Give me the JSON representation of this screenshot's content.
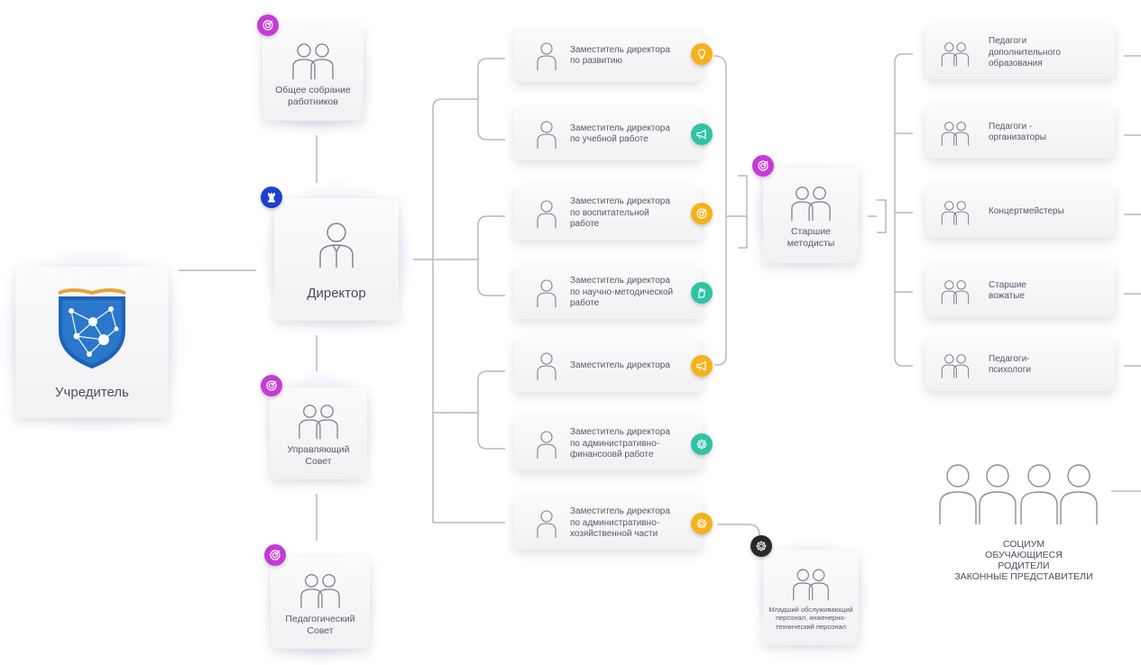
{
  "founder": {
    "label": "Учредитель"
  },
  "general_meeting": {
    "label": "Общее собрание\nработников"
  },
  "director": {
    "label": "Директор"
  },
  "governing_council": {
    "label": "Управляющий\nСовет"
  },
  "pedagogical_council": {
    "label": "Педагогический\nСовет"
  },
  "deputies": [
    {
      "label": "Заместитель директора\nпо развитию",
      "icon": "lightbulb-icon",
      "color": "#f5b21a"
    },
    {
      "label": "Заместитель директора\nпо учебной работе",
      "icon": "megaphone-icon",
      "color": "#2fc3a4"
    },
    {
      "label": "Заместитель директора\nпо воспитательной\nработе",
      "icon": "target-icon",
      "color": "#f5b21a"
    },
    {
      "label": "Заместитель директора\nпо научно-методической\nработе",
      "icon": "hand-icon",
      "color": "#2fc3a4"
    },
    {
      "label": "Заместитель директора",
      "icon": "megaphone-icon",
      "color": "#f5b21a"
    },
    {
      "label": "Заместитель директора\nпо административно-\nфинансоовй работе",
      "icon": "gear-icon",
      "color": "#2fc3a4"
    },
    {
      "label": "Заместитель директора\nпо административно-\nхозяйственной части",
      "icon": "gear-icon",
      "color": "#f5b21a"
    }
  ],
  "senior_methodists": {
    "label": "Старшие\nметодисты"
  },
  "junior_staff": {
    "label": "Младший обслуживающий\nперсонал, инженерно-\nтехнический персонал"
  },
  "teachers": [
    {
      "label": "Педагоги\nдополнительного\nобразования"
    },
    {
      "label": "Педагоги -\nорганизаторы"
    },
    {
      "label": "Концертмейстеры"
    },
    {
      "label": "Старшие\nвожатые"
    },
    {
      "label": "Педагоги-\nпсихологи"
    }
  ],
  "community": {
    "line1": "СОЦИУМ",
    "line2": "ОБУЧАЮЩИЕСЯ",
    "line3": "РОДИТЕЛИ",
    "line4": "ЗАКОННЫЕ ПРЕДСТАВИТЕЛИ"
  },
  "colors": {
    "magenta_badge": "#c53bd6",
    "blue_badge": "#1f3fcf",
    "orange_badge": "#f5b21a",
    "teal_badge": "#2fc3a4",
    "dark_badge": "#2a2a2a",
    "connector": "#b9b6c4"
  }
}
